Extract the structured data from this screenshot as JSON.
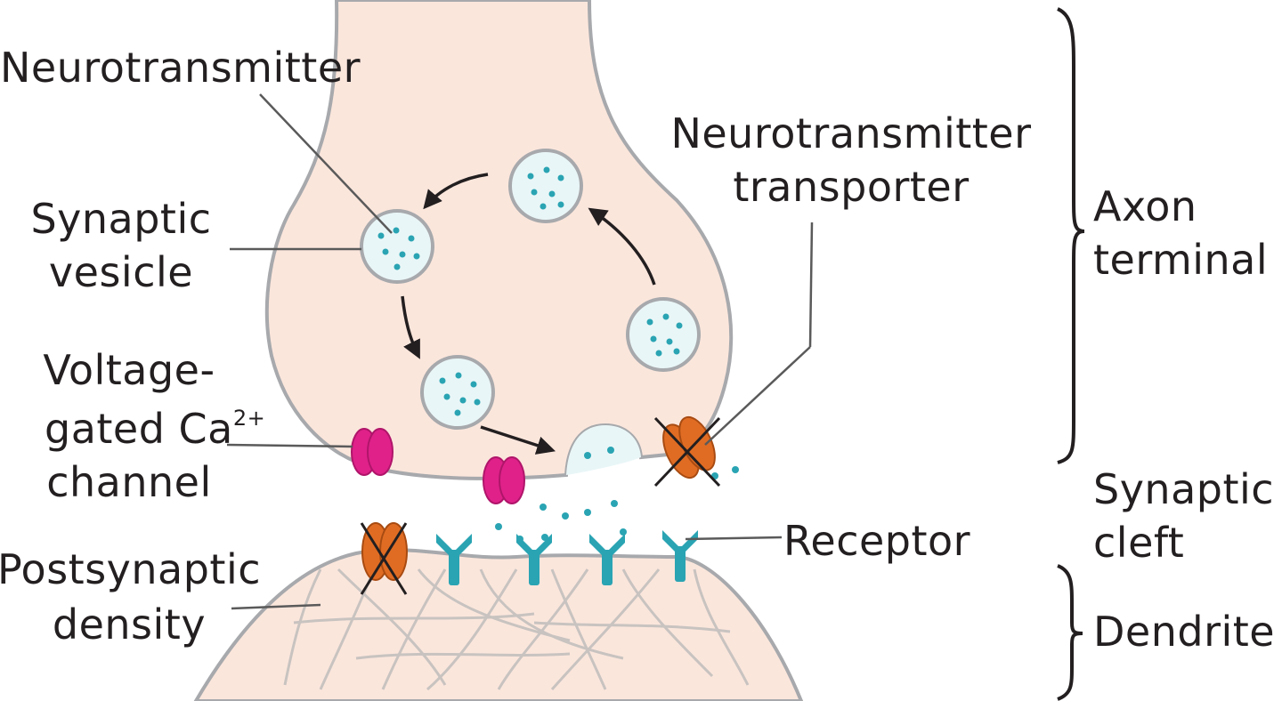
{
  "labels": {
    "neurotransmitter": "Neurotransmitter",
    "synaptic_vesicle": [
      "Synaptic",
      "vesicle"
    ],
    "vg_channel": {
      "line1": "Voltage-",
      "line2_main": "gated Ca",
      "line2_sup": "2+",
      "line3": "channel"
    },
    "postsynaptic_density": [
      "Postsynaptic",
      "density"
    ],
    "nt_transporter": [
      "Neurotransmitter",
      "transporter"
    ],
    "receptor": "Receptor",
    "axon_terminal": [
      "Axon",
      "terminal"
    ],
    "synaptic_cleft": [
      "Synaptic",
      "cleft"
    ],
    "dendrite": "Dendrite"
  },
  "colors": {
    "cytoplasm": "#fbe6dc",
    "membrane": "#a7a9ac",
    "vesicle_fill": "#e9f6f7",
    "dot": "#2aa4b3",
    "ca_channel": "#e0218a",
    "transporter": "#e06c23",
    "receptor": "#2aa4b3",
    "text": "#231f20"
  }
}
